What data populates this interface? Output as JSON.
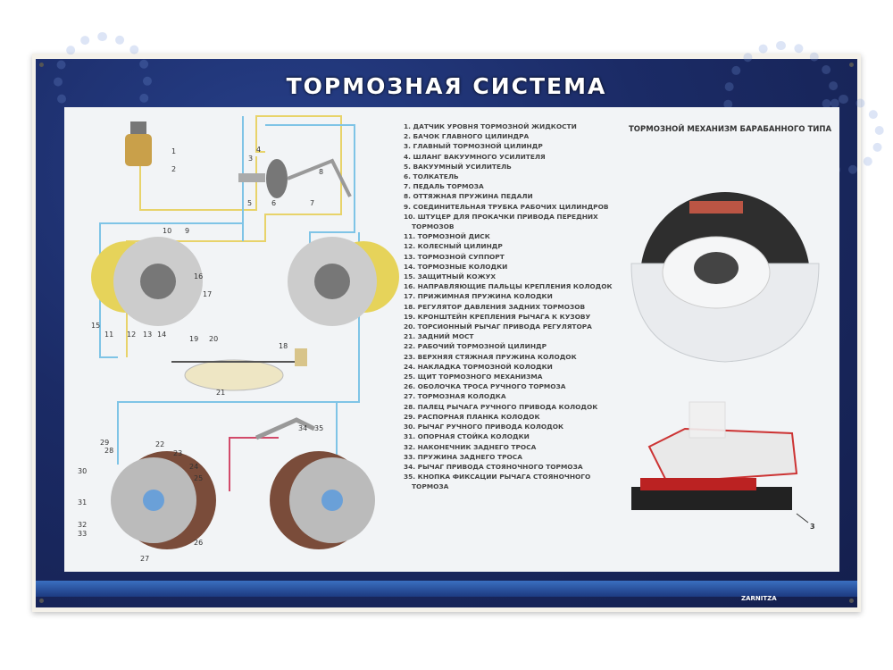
{
  "title": "ТОРМОЗНАЯ СИСТЕМА",
  "drum_section_title": "ТОРМОЗНОЙ МЕХАНИЗМ БАРАБАННОГО ТИПА",
  "master_cylinder_label": "3",
  "legend": [
    "1. ДАТЧИК УРОВНЯ ТОРМОЗНОЙ ЖИДКОСТИ",
    "2. БАЧОК ГЛАВНОГО ЦИЛИНДРА",
    "3. ГЛАВНЫЙ ТОРМОЗНОЙ ЦИЛИНДР",
    "4. ШЛАНГ ВАКУУМНОГО УСИЛИТЕЛЯ",
    "5. ВАКУУМНЫЙ УСИЛИТЕЛЬ",
    "6. ТОЛКАТЕЛЬ",
    "7. ПЕДАЛЬ ТОРМОЗА",
    "8. ОТТЯЖНАЯ ПРУЖИНА ПЕДАЛИ",
    "9. СОЕДИНИТЕЛЬНАЯ ТРУБКА РАБОЧИХ ЦИЛИНДРОВ",
    "10. ШТУЦЕР ДЛЯ ПРОКАЧКИ ПРИВОДА ПЕРЕДНИХ ТОРМОЗОВ",
    "11. ТОРМОЗНОЙ ДИСК",
    "12. КОЛЕСНЫЙ ЦИЛИНДР",
    "13. ТОРМОЗНОЙ СУППОРТ",
    "14. ТОРМОЗНЫЕ КОЛОДКИ",
    "15. ЗАЩИТНЫЙ КОЖУХ",
    "16. НАПРАВЛЯЮЩИЕ ПАЛЬЦЫ КРЕПЛЕНИЯ КОЛОДОК",
    "17. ПРИЖИМНАЯ ПРУЖИНА КОЛОДКИ",
    "18. РЕГУЛЯТОР ДАВЛЕНИЯ ЗАДНИХ ТОРМОЗОВ",
    "19. КРОНШТЕЙН КРЕПЛЕНИЯ РЫЧАГА К КУЗОВУ",
    "20. ТОРСИОННЫЙ РЫЧАГ ПРИВОДА РЕГУЛЯТОРА",
    "21. ЗАДНИЙ МОСТ",
    "22. РАБОЧИЙ ТОРМОЗНОЙ ЦИЛИНДР",
    "23. ВЕРХНЯЯ СТЯЖНАЯ ПРУЖИНА КОЛОДОК",
    "24. НАКЛАДКА ТОРМОЗНОЙ КОЛОДКИ",
    "25. ЩИТ ТОРМОЗНОГО МЕХАНИЗМА",
    "26. ОБОЛОЧКА ТРОСА РУЧНОГО ТОРМОЗА",
    "27. ТОРМОЗНАЯ КОЛОДКА",
    "28. ПАЛЕЦ РЫЧАГА РУЧНОГО ПРИВОДА КОЛОДОК",
    "29. РАСПОРНАЯ ПЛАНКА КОЛОДОК",
    "30. РЫЧАГ РУЧНОГО ПРИВОДА КОЛОДОК",
    "31. ОПОРНАЯ СТОЙКА КОЛОДКИ",
    "32. НАКОНЕЧНИК ЗАДНЕГО ТРОСА",
    "33. ПРУЖИНА ЗАДНЕГО ТРОСА",
    "34. РЫЧАГ ПРИВОДА СТОЯНОЧНОГО ТОРМОЗА",
    "35. КНОПКА ФИКСАЦИИ РЫЧАГА СТОЯНОЧНОГО ТОРМОЗА"
  ],
  "callouts": [
    "1",
    "2",
    "3",
    "4",
    "5",
    "6",
    "7",
    "8",
    "9",
    "10",
    "11",
    "12",
    "13",
    "14",
    "15",
    "16",
    "17",
    "18",
    "19",
    "20",
    "21",
    "22",
    "23",
    "24",
    "25",
    "26",
    "27",
    "28",
    "29",
    "30",
    "31",
    "32",
    "33",
    "34",
    "35"
  ],
  "brand": "ZARNITZA",
  "colors": {
    "frame": "#1b2b66",
    "line_yellow": "#e8d36a",
    "line_blue": "#6cc0e8",
    "line_red": "#d24a6a"
  }
}
